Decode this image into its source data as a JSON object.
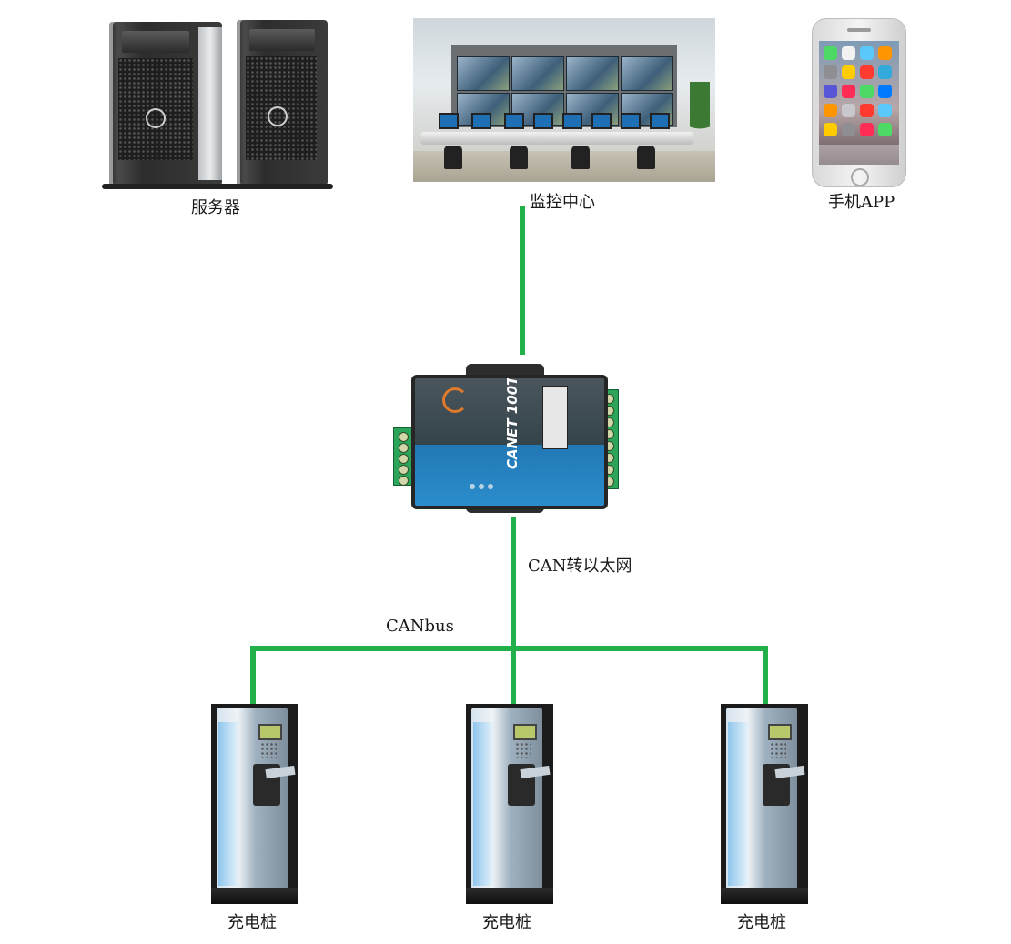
{
  "nodes": {
    "server": {
      "label": "服务器"
    },
    "monitor_center": {
      "label": "监控中心"
    },
    "mobile_app": {
      "label": "手机APP"
    },
    "gateway": {
      "label": "CAN转以太网",
      "device_text": "CANET 100T"
    },
    "bus": {
      "label": "CANbus"
    },
    "chargers": [
      {
        "label": "充电桩"
      },
      {
        "label": "充电桩"
      },
      {
        "label": "充电桩"
      }
    ]
  },
  "colors": {
    "connection_line": "#22b04b",
    "device_blue": "#2178b5"
  },
  "icons": [
    "server-tower-icon",
    "monitoring-room-icon",
    "smartphone-icon",
    "can-gateway-device-icon",
    "charging-pile-icon"
  ]
}
